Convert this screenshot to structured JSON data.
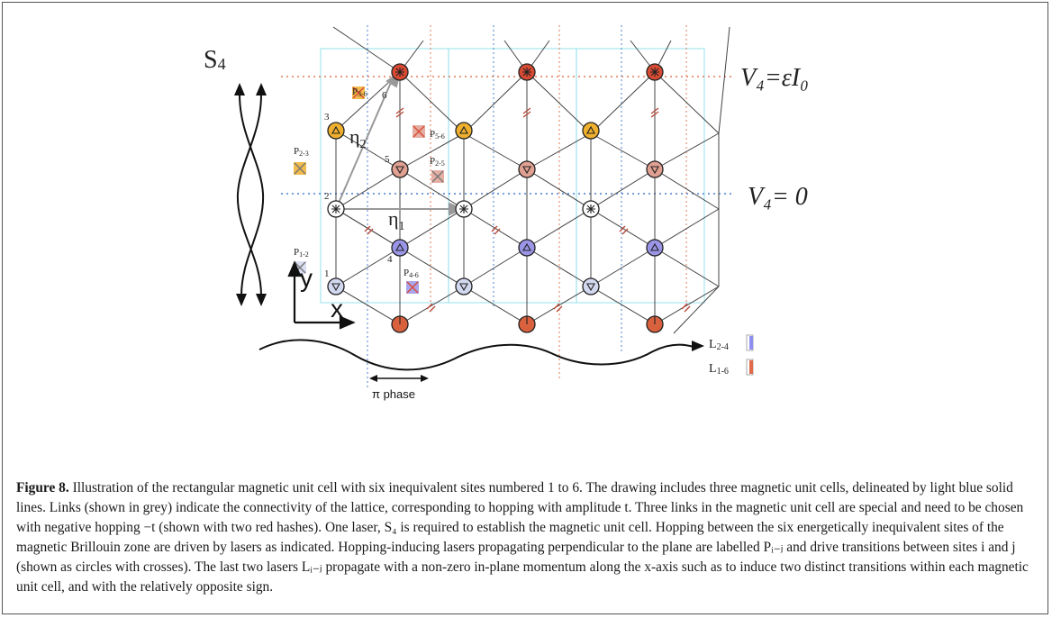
{
  "figure": {
    "s4_label": "S",
    "s4_sub": "4",
    "v4_top_label": "V₄=εI₀",
    "v4_mid_label": "V₄= 0",
    "eta1": "η",
    "eta1_sub": "1",
    "eta2": "η",
    "eta2_sub": "2",
    "axis_y": "y",
    "axis_x": "x",
    "pi_phase": "π phase",
    "site_numbers": [
      "1",
      "2",
      "3",
      "4",
      "5",
      "6"
    ],
    "p_labels": [
      {
        "id": "p12",
        "text": "P",
        "sub": "1-2"
      },
      {
        "id": "p23",
        "text": "P",
        "sub": "2-3"
      },
      {
        "id": "p36",
        "text": "P",
        "sub": "3-6"
      },
      {
        "id": "p56",
        "text": "P",
        "sub": "5-6"
      },
      {
        "id": "p25",
        "text": "P",
        "sub": "2-5"
      },
      {
        "id": "p46",
        "text": "P",
        "sub": "4-6"
      }
    ],
    "legend": [
      {
        "text": "L",
        "sub": "2-4",
        "color": "#8f8ff0"
      },
      {
        "text": "L",
        "sub": "1-6",
        "color": "#e06a4a"
      }
    ],
    "colors": {
      "site1": "#d2d8ee",
      "site2": "#ffffff",
      "site3": "#eeb02e",
      "site4": "#9b95e8",
      "site5": "#e0a092",
      "site6": "#d94a33",
      "site_bottom": "#d9613d",
      "unit_cell": "#9fe3ec",
      "dotted_red": "#e07a55",
      "dotted_blue": "#4a7fd0",
      "label_red": "#b24a5a",
      "label_blue": "#4a7fd0",
      "hash": "#b84a3a"
    }
  },
  "caption": {
    "label": "Figure 8.",
    "text": " Illustration of the rectangular magnetic unit cell with six inequivalent sites numbered 1 to 6. The drawing includes three magnetic unit cells, delineated by light blue solid lines. Links (shown in grey) indicate the connectivity of the lattice, corresponding to hopping with amplitude t. Three links in the magnetic unit cell are special and need to be chosen with negative hopping −t (shown with two red hashes). One laser, S₄ is required to establish the magnetic unit cell. Hopping between the six energetically inequivalent sites of the magnetic Brillouin zone are driven by lasers as indicated. Hopping-inducing lasers propagating perpendicular to the plane are labelled Pᵢ₋ⱼ and drive transitions between sites i and j (shown as circles with crosses). The last two lasers Lᵢ₋ⱼ propagate with a non-zero in-plane momentum along the x-axis such as to induce two distinct transitions within each magnetic unit cell, and with the relatively opposite sign."
  }
}
